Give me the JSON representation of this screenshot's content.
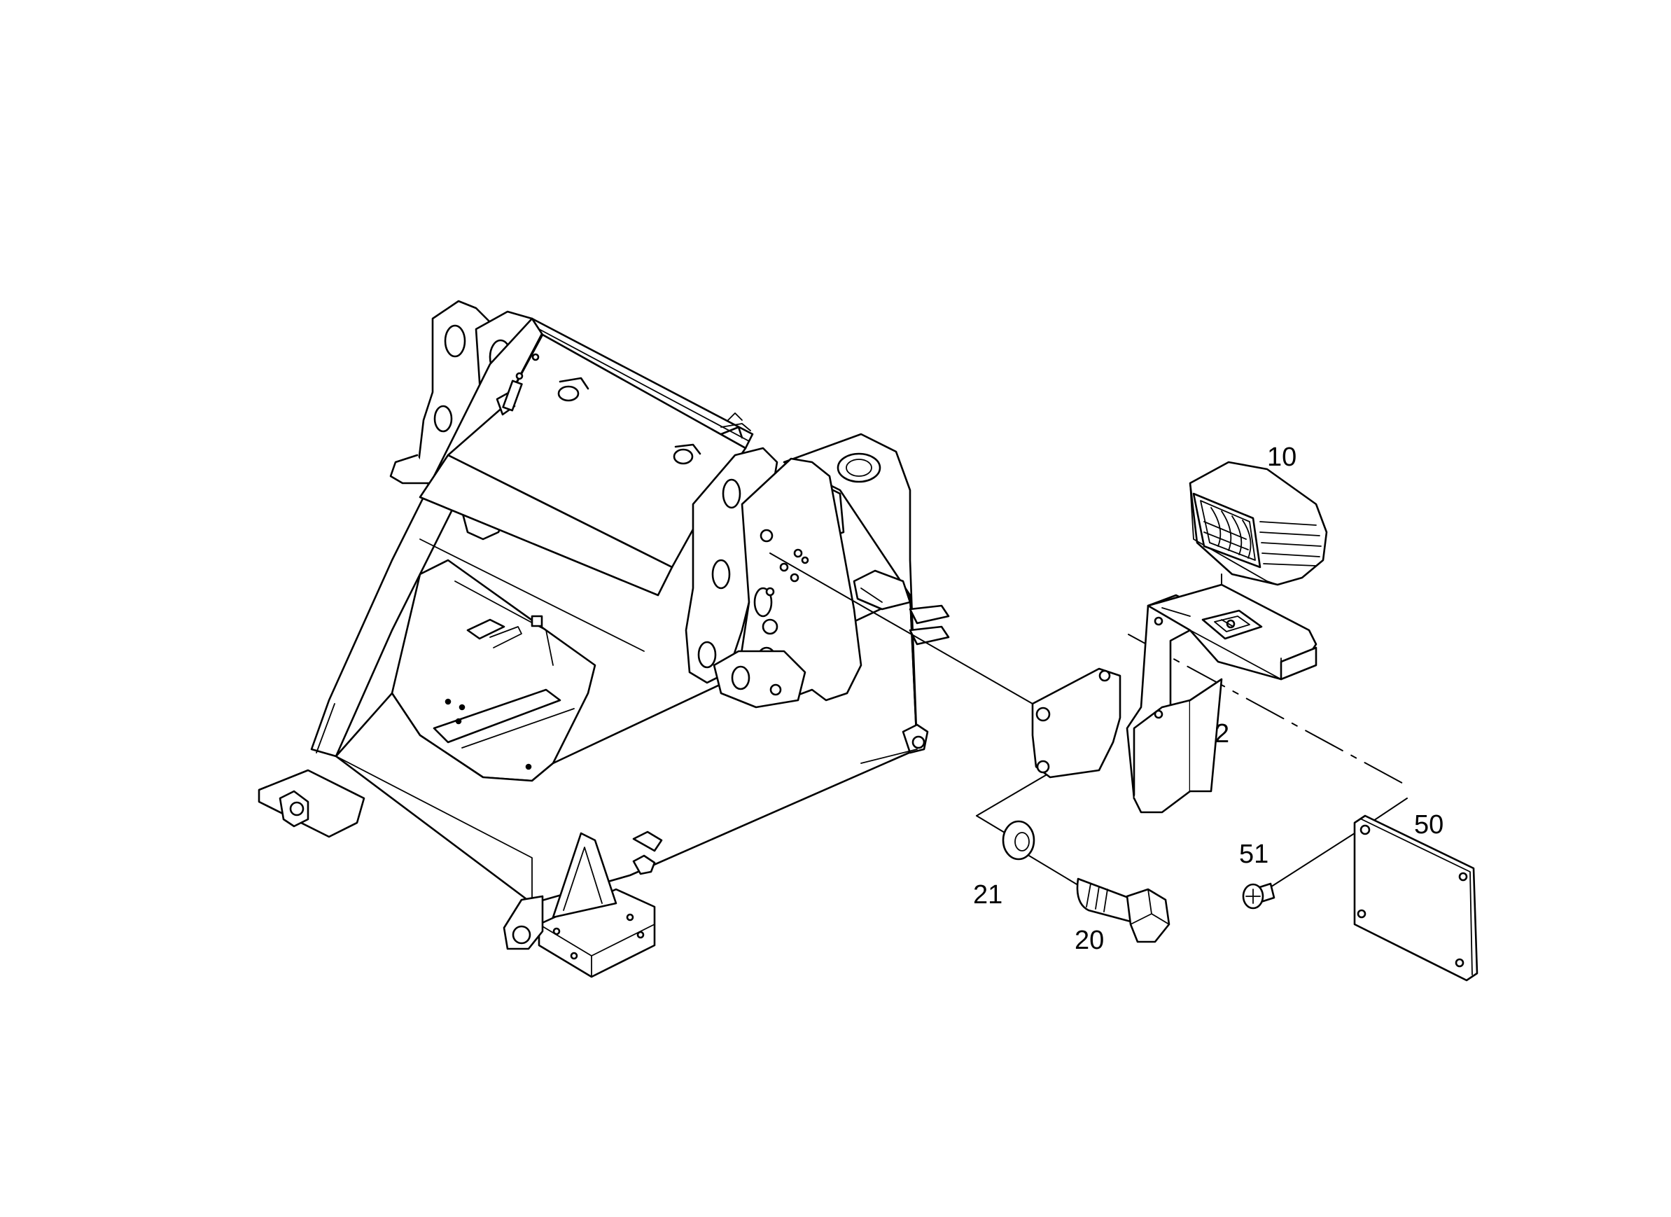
{
  "callouts": {
    "c10": "10",
    "c2": "2",
    "c50": "50",
    "c51": "51",
    "c21": "21",
    "c20": "20"
  }
}
